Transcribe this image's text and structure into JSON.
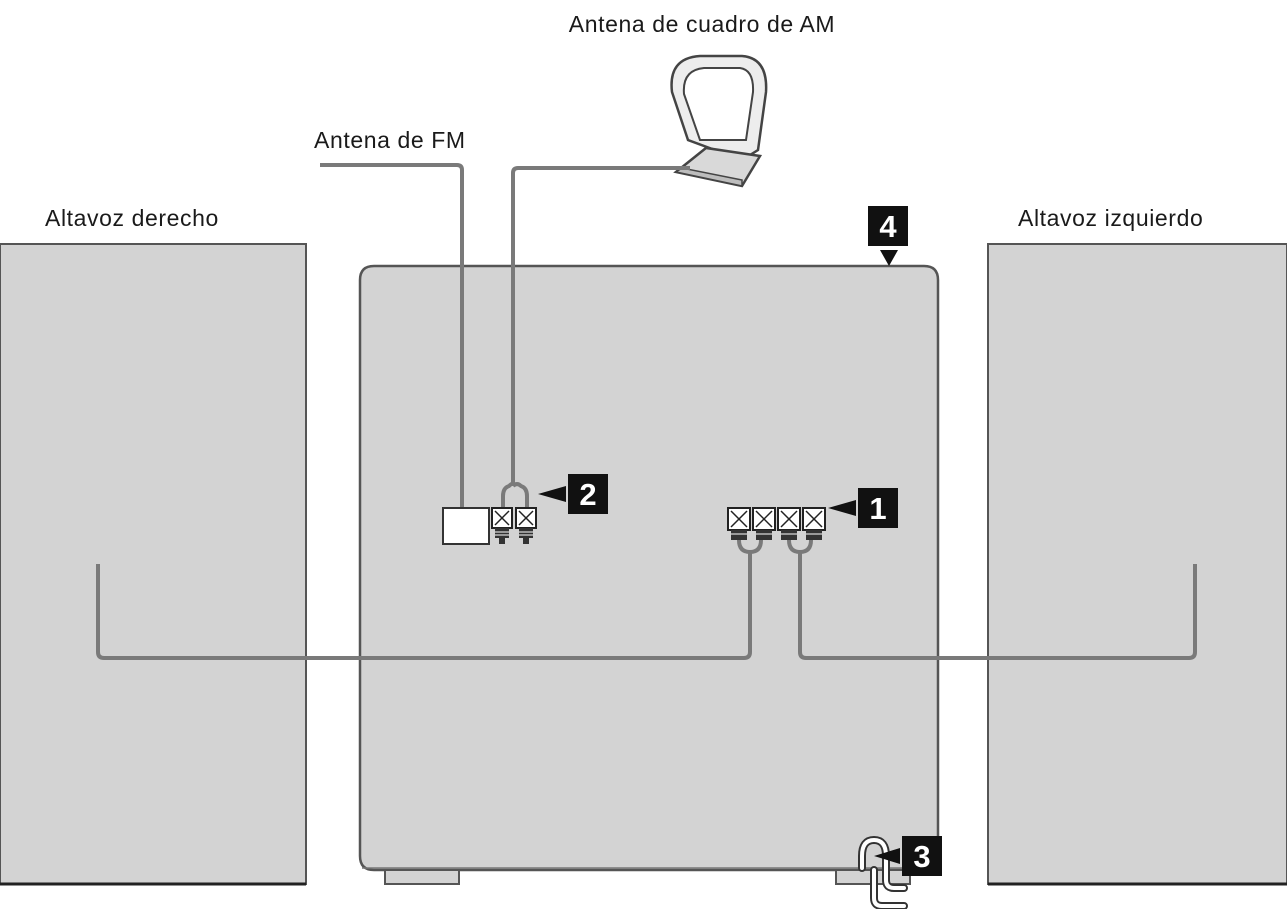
{
  "labels": {
    "am_antenna": "Antena de cuadro de AM",
    "fm_antenna": "Antena de FM",
    "right_speaker": "Altavoz derecho",
    "left_speaker": "Altavoz izquierdo"
  },
  "callouts": {
    "speaker_terminals": "1",
    "antenna_terminals": "2",
    "power_cord": "3",
    "main_unit": "4"
  },
  "colors": {
    "panel_gray": "#d3d3d3",
    "outline": "#555555",
    "cable": "#7a7a7a",
    "callout_bg": "#111111",
    "callout_text": "#ffffff"
  }
}
